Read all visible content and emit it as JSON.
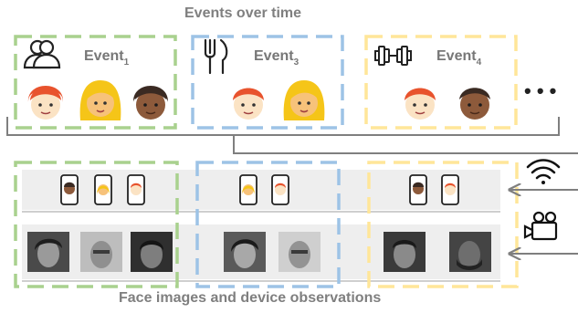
{
  "title": "Events over time",
  "bottom_caption": "Face images and device observations",
  "events": [
    {
      "name": "Event",
      "sub": "1",
      "icon": "people-icon",
      "color": "#a9d18e"
    },
    {
      "name": "Event",
      "sub": "3",
      "icon": "fork-knife-icon",
      "color": "#9dc3e6"
    },
    {
      "name": "Event",
      "sub": "4",
      "icon": "dumbbell-icon",
      "color": "#ffe699"
    }
  ],
  "ellipsis": "• • •",
  "colors": {
    "green": "#a9d18e",
    "blue": "#9dc3e6",
    "yellow": "#ffe699",
    "connector": "#7f7f7f",
    "strip": "#eeeeee",
    "red_hair": "#e8532d",
    "blonde_hair": "#f5c518",
    "dark_skin": "#8d5a3b",
    "light_skin": "#fbe3c4"
  },
  "icons": {
    "wifi": "wifi-icon",
    "camera": "video-camera-icon"
  }
}
